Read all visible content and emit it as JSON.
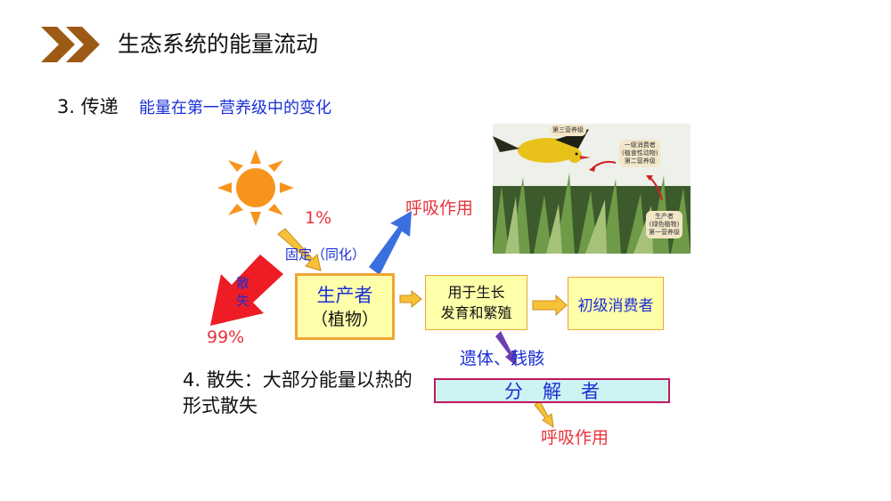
{
  "header": {
    "title": "生态系统的能量流动"
  },
  "section": {
    "number": "3. 传递",
    "subtitle": "能量在第一营养级中的变化"
  },
  "diagram": {
    "percent_fixed": "1%",
    "fixation_label": "固定（同化）",
    "respiration_top": "呼吸作用",
    "dissipation_label": "散失",
    "percent_lost": "99%",
    "producer": {
      "line1": "生产者",
      "line2": "（植物）"
    },
    "growth": {
      "line1": "用于生长",
      "line2": "发育和繁殖"
    },
    "primary_consumer": "初级消费者",
    "remains": "遗体、残骸",
    "decomposer": "分解者",
    "respiration_bottom": "呼吸作用"
  },
  "point4": {
    "text": "4. 散失：大部分能量以热的形式散失"
  },
  "photo": {
    "label_top": "第三营养级",
    "label_middle": "一级消费者\n(植食性动物)\n第二营养级",
    "label_bottom": "生产者\n(绿色植物)\n第一营养级"
  },
  "colors": {
    "accent_brown": "#9c5a16",
    "box_fill": "#ffffaa",
    "box_border": "#f0a534",
    "blue_text": "#1a2fd6",
    "red_text": "#e8333b",
    "sun": "#f7941d",
    "decomposer_fill": "#cdf3f3",
    "decomposer_border": "#c2185b"
  }
}
